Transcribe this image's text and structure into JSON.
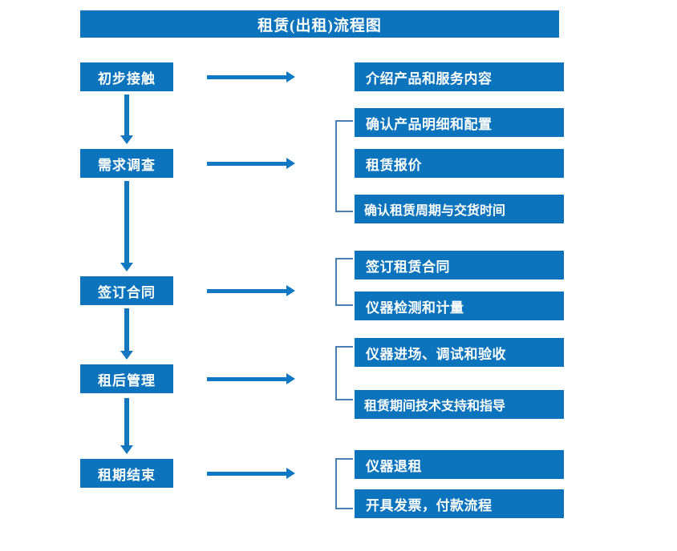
{
  "title": "租赁(出租)流程图",
  "theme": {
    "box_fill": "#0c74bd",
    "box_text": "#ffffff",
    "arrow": "#0f78c4",
    "bracket": "#4a7fb5",
    "background": "#ffffff"
  },
  "stages": [
    {
      "label": "初步接触"
    },
    {
      "label": "需求调查"
    },
    {
      "label": "签订合同"
    },
    {
      "label": "租后管理"
    },
    {
      "label": "租期结束"
    }
  ],
  "details": [
    {
      "label": "介绍产品和服务内容"
    },
    {
      "label": "确认产品明细和配置"
    },
    {
      "label": "租赁报价"
    },
    {
      "label": "确认租赁周期与交货时间"
    },
    {
      "label": "签订租赁合同"
    },
    {
      "label": "仪器检测和计量"
    },
    {
      "label": "仪器进场、调试和验收"
    },
    {
      "label": "租赁期间技术支持和指导"
    },
    {
      "label": "仪器退租"
    },
    {
      "label": "开具发票，付款流程"
    }
  ],
  "groups": [
    {
      "stage": "需求调查",
      "members": [
        "确认产品明细和配置",
        "租赁报价",
        "确认租赁周期与交货时间"
      ]
    },
    {
      "stage": "签订合同",
      "members": [
        "签订租赁合同",
        "仪器检测和计量"
      ]
    },
    {
      "stage": "租后管理",
      "members": [
        "仪器进场、调试和验收",
        "租赁期间技术支持和指导"
      ]
    },
    {
      "stage": "租期结束",
      "members": [
        "仪器退租",
        "开具发票，付款流程"
      ]
    }
  ],
  "flow_sequence": [
    "初步接触",
    "需求调查",
    "签订合同",
    "租后管理",
    "租期结束"
  ]
}
